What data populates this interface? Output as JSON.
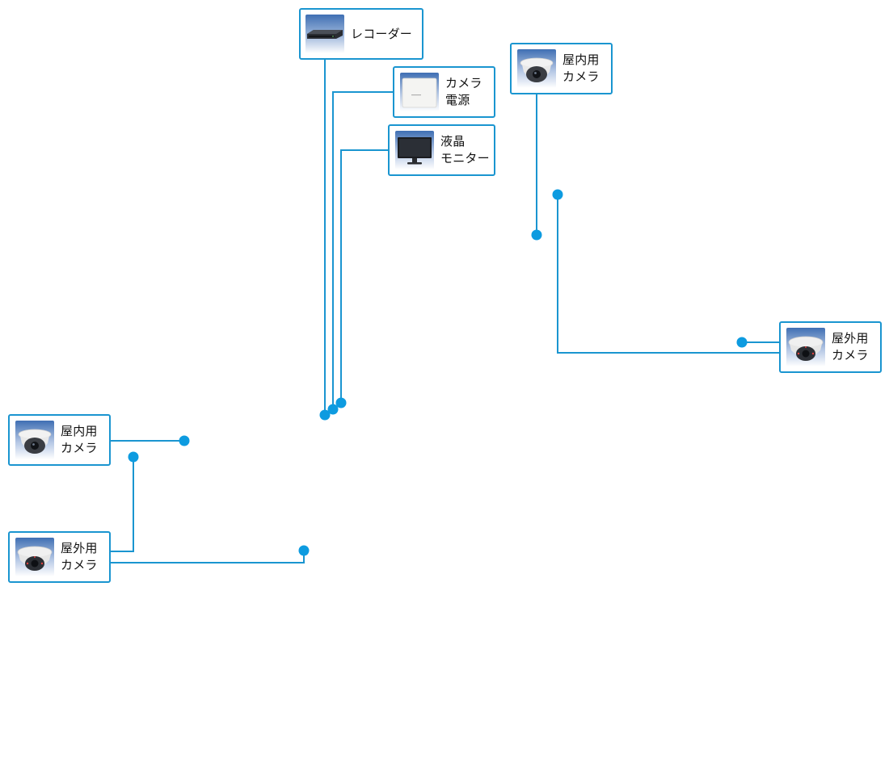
{
  "colors": {
    "line": "#1a95d0",
    "node": "#0d9be0",
    "box_border": "#1a95d0",
    "thumb_top": "#3f6fb3",
    "thumb_bottom": "#ffffff"
  },
  "devices": {
    "recorder": {
      "label": "レコーダー",
      "icon": "recorder-icon"
    },
    "power": {
      "label": "カメラ\n電源",
      "icon": "power-supply-icon"
    },
    "monitor": {
      "label": "液晶\nモニター",
      "icon": "monitor-icon"
    },
    "indoor_camera_top": {
      "label": "屋内用\nカメラ",
      "icon": "dome-camera-icon"
    },
    "outdoor_camera_right": {
      "label": "屋外用\nカメラ",
      "icon": "outdoor-dome-camera-icon"
    },
    "indoor_camera_left": {
      "label": "屋内用\nカメラ",
      "icon": "dome-camera-icon"
    },
    "outdoor_camera_left": {
      "label": "屋外用\nカメラ",
      "icon": "outdoor-dome-camera-icon"
    }
  }
}
